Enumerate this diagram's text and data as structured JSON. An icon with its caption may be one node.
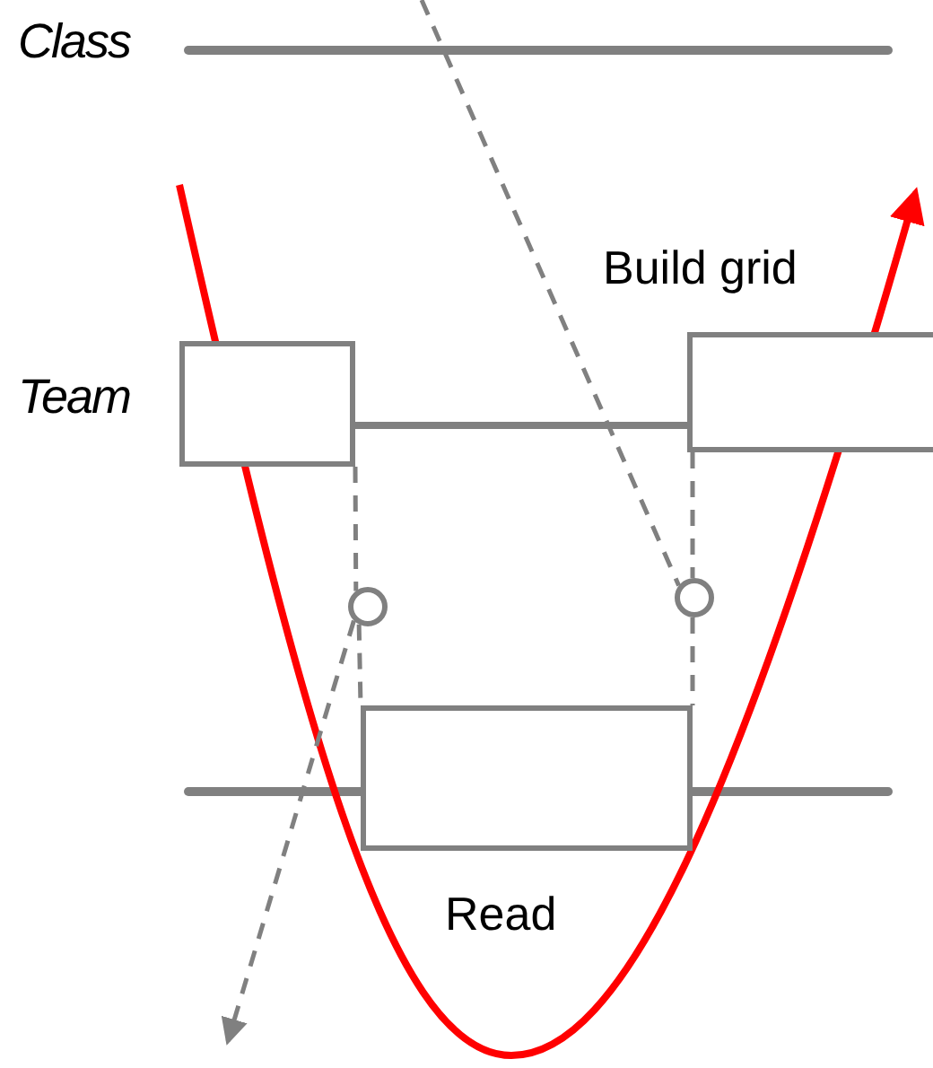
{
  "diagram": {
    "nodes": [
      {
        "text": [],
        "shape": "box"
      },
      {
        "text": [],
        "shape": "box",
        "beside": [
          "Build grid"
        ]
      },
      {
        "text": [],
        "shape": "circle"
      },
      {
        "text": [],
        "shape": "circle"
      },
      {
        "text": [],
        "shape": "box",
        "beside": [
          "Read"
        ]
      }
    ],
    "edges": [
      {
        "from": 0,
        "to": 1,
        "arrow": "none"
      },
      {
        "from": 0,
        "to": 2,
        "arrow": "none",
        "style": "dashed"
      },
      {
        "from": 2,
        "to": 4,
        "arrow": "none",
        "style": "dashed"
      },
      {
        "from": 1,
        "to": 3,
        "arrow": "none",
        "style": "dashed"
      },
      {
        "from": 3,
        "to": 4,
        "arrow": "none",
        "style": "dashed"
      },
      {
        "from": null,
        "to": 3,
        "arrow": "none",
        "style": "dashed"
      },
      {
        "from": 2,
        "to": null,
        "arrow": "to",
        "style": "dashed"
      }
    ],
    "labels": [
      "Class",
      "Team"
    ]
  }
}
